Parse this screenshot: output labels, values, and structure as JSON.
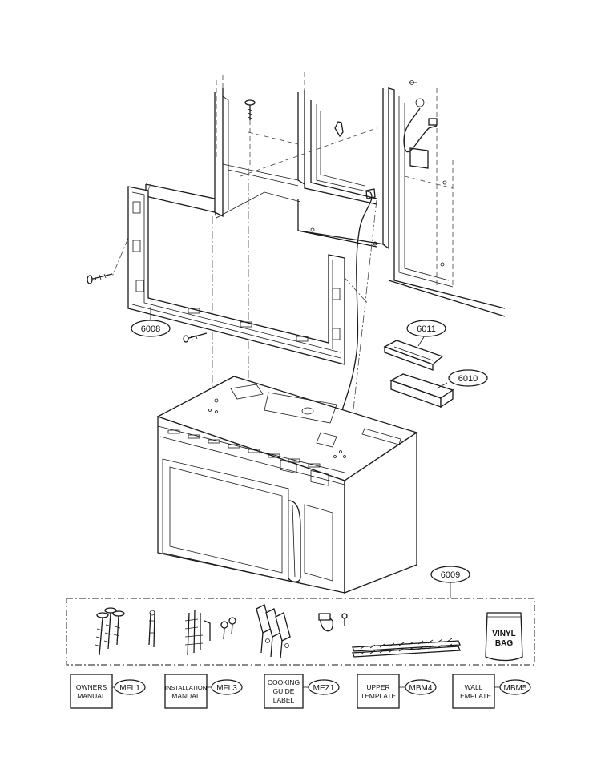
{
  "callouts": {
    "frame": "6008",
    "accessory_kit": "6009",
    "filter_cover": "6011",
    "filter_case": "6010"
  },
  "vinyl_bag": {
    "line1": "VINYL",
    "line2": "BAG"
  },
  "documents": [
    {
      "line1": "OWNERS",
      "line2": "MANUAL",
      "line3": "",
      "code": "MFL1"
    },
    {
      "line1": "INSTALLATION",
      "line2": "MANUAL",
      "line3": "",
      "code": "MFL3"
    },
    {
      "line1": "COOKING",
      "line2": "GUIDE",
      "line3": "LABEL",
      "code": "MEZ1"
    },
    {
      "line1": "UPPER",
      "line2": "TEMPLATE",
      "line3": "",
      "code": "MBM4"
    },
    {
      "line1": "WALL",
      "line2": "TEMPLATE",
      "line3": "",
      "code": "MBM5"
    }
  ]
}
